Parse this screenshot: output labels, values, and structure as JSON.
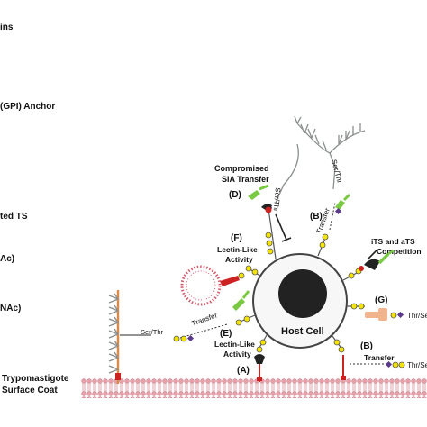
{
  "legend": {
    "item_1": "ins",
    "item_2": "(GPI) Anchor",
    "item_3": "ted TS",
    "item_4": "Ac)",
    "item_5": "NAc)"
  },
  "labels": {
    "compromised": "Compromised",
    "sia_transfer": "SIA Transfer",
    "d": "(D)",
    "b_top": "(B)",
    "transfer_b_top": "Transfer",
    "ser_thr_left": "Ser/Thr",
    "ser_thr_right": "Ser/Thr",
    "f": "(F)",
    "lectin_like_f": "Lectin-Like",
    "activity_f": "Activity",
    "its_ats": "iTS  and aTS",
    "competition": "Competition",
    "g": "(G)",
    "thr_ser_g": "Thr/Se",
    "host_cell": "Host Cell",
    "transfer_e": "Transfer",
    "ser_thr_e": "Ser/Thr",
    "e": "(E)",
    "lectin_like_a": "Lectin-Like",
    "activity_a": "Activity",
    "a": "(A)",
    "b_bottom": "(B)",
    "transfer_b_bottom": "Transfer",
    "thr_ser_b": "Thr/Se",
    "trypomastigote": "Trypomastigote",
    "surface_coat": "Surface Coat"
  },
  "colors": {
    "glycan_gray": "#8a8f8e",
    "glycan_yellow": "#f2e300",
    "sialic_purple": "#5b3a8c",
    "ts_green": "#7ac943",
    "anchor_red": "#cc2222",
    "membrane_pink": "#e8a0a8",
    "host_cell_black": "#222222",
    "stalk_orange": "#d98b4a"
  }
}
